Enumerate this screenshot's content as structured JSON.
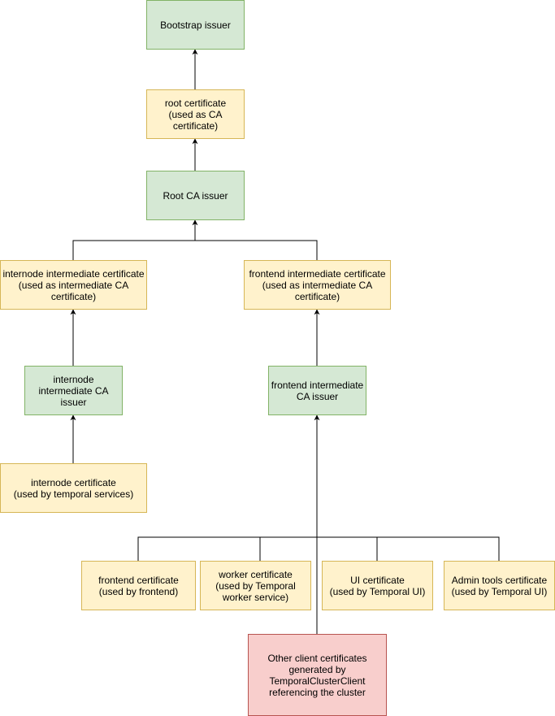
{
  "diagram": {
    "nodes": {
      "bootstrap_issuer": {
        "label": "Bootstrap issuer",
        "kind": "issuer"
      },
      "root_certificate": {
        "label": "root certificate\n(used as CA\ncertificate)",
        "kind": "certificate"
      },
      "root_ca_issuer": {
        "label": "Root CA issuer",
        "kind": "issuer"
      },
      "internode_intermediate_certificate": {
        "label": "internode intermediate certificate\n(used as intermediate CA\ncertificate)",
        "kind": "certificate"
      },
      "frontend_intermediate_certificate": {
        "label": "frontend intermediate certificate\n(used as intermediate CA\ncertificate)",
        "kind": "certificate"
      },
      "internode_intermediate_ca_issuer": {
        "label": "internode\nintermediate CA\nissuer",
        "kind": "issuer"
      },
      "frontend_intermediate_ca_issuer": {
        "label": "frontend intermediate\nCA issuer",
        "kind": "issuer"
      },
      "internode_certificate": {
        "label": "internode certificate\n(used by temporal services)",
        "kind": "certificate"
      },
      "frontend_certificate": {
        "label": "frontend certificate\n(used by frontend)",
        "kind": "certificate"
      },
      "worker_certificate": {
        "label": "worker certificate\n(used by Temporal\nworker service)",
        "kind": "certificate"
      },
      "ui_certificate": {
        "label": "UI certificate\n(used by Temporal UI)",
        "kind": "certificate"
      },
      "admin_tools_certificate": {
        "label": "Admin tools certificate\n(used by Temporal UI)",
        "kind": "certificate"
      },
      "other_client_certificates": {
        "label": "Other client certificates\ngenerated by\nTemporalClusterClient\nreferencing the cluster",
        "kind": "client"
      }
    },
    "edges": [
      {
        "from": "root_certificate",
        "to": "bootstrap_issuer"
      },
      {
        "from": "root_ca_issuer",
        "to": "root_certificate"
      },
      {
        "from": "internode_intermediate_certificate",
        "to": "root_ca_issuer"
      },
      {
        "from": "frontend_intermediate_certificate",
        "to": "root_ca_issuer"
      },
      {
        "from": "internode_intermediate_ca_issuer",
        "to": "internode_intermediate_certificate"
      },
      {
        "from": "frontend_intermediate_ca_issuer",
        "to": "frontend_intermediate_certificate"
      },
      {
        "from": "internode_certificate",
        "to": "internode_intermediate_ca_issuer"
      },
      {
        "from": "frontend_certificate",
        "to": "frontend_intermediate_ca_issuer"
      },
      {
        "from": "worker_certificate",
        "to": "frontend_intermediate_ca_issuer"
      },
      {
        "from": "ui_certificate",
        "to": "frontend_intermediate_ca_issuer"
      },
      {
        "from": "admin_tools_certificate",
        "to": "frontend_intermediate_ca_issuer"
      },
      {
        "from": "other_client_certificates",
        "to": "frontend_intermediate_ca_issuer"
      }
    ],
    "colors": {
      "issuer_fill": "#d5e8d4",
      "issuer_border": "#82b366",
      "certificate_fill": "#fff2cc",
      "certificate_border": "#d6b656",
      "client_fill": "#f8cecc",
      "client_border": "#b85450",
      "edge": "#000000"
    }
  }
}
